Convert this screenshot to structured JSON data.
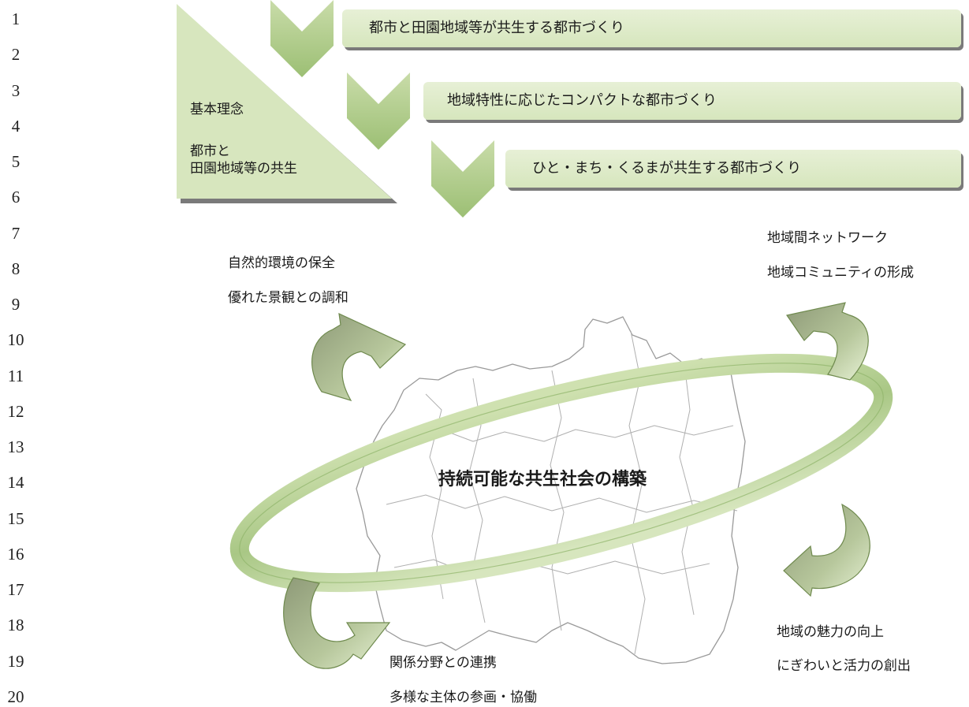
{
  "line_numbers": [
    "1",
    "2",
    "3",
    "4",
    "5",
    "6",
    "7",
    "8",
    "9",
    "10",
    "11",
    "12",
    "13",
    "14",
    "15",
    "16",
    "17",
    "18",
    "19",
    "20"
  ],
  "principle": {
    "label": "基本理念",
    "sub_line1": "都市と",
    "sub_line2": "田園地域等の共生"
  },
  "banners": [
    {
      "text": "都市と田園地域等が共生する都市づくり"
    },
    {
      "text": "地域特性に応じたコンパクトな都市づくり"
    },
    {
      "text": "ひと・まち・くるまが共生する都市づくり"
    }
  ],
  "center_title": "持続可能な共生社会の構築",
  "groups": {
    "top_left": [
      "自然的環境の保全",
      "優れた景観との調和"
    ],
    "top_right": [
      "地域間ネットワーク",
      "地域コミュニティの形成"
    ],
    "bottom_right": [
      "地域の魅力の向上",
      "にぎわいと活力の創出"
    ],
    "bottom_left": [
      "関係分野との連携",
      "多様な主体の参画・協働"
    ]
  },
  "colors": {
    "green_light": "#d7e6be",
    "green_mid": "#a9c785",
    "green_dark": "#8fb36a",
    "shadow_gray": "#7a7a7a",
    "arrow_gray": "#a6ae94"
  }
}
